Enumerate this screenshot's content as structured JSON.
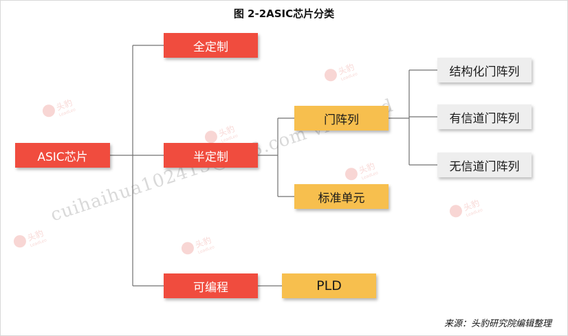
{
  "title": "图 2-2ASIC芯片分类",
  "nodes": {
    "root": "ASIC芯片",
    "full_custom": "全定制",
    "semi_custom": "半定制",
    "programmable": "可编程",
    "gate_array": "门阵列",
    "standard_cell": "标准单元",
    "pld": "PLD",
    "structured_gate_array": "结构化门阵列",
    "channeled_gate_array": "有信道门阵列",
    "channelless_gate_array": "无信道门阵列"
  },
  "watermark": {
    "text": "cuihaihua102413@163.com via Wind",
    "logo_text": "头豹",
    "logo_subtext": "LeadLeo"
  },
  "source": "来源：头豹研究院编辑整理",
  "colors": {
    "red": "#f04c3e",
    "yellow": "#f7bf4e",
    "grey": "#eeeeee",
    "line": "#707070"
  }
}
